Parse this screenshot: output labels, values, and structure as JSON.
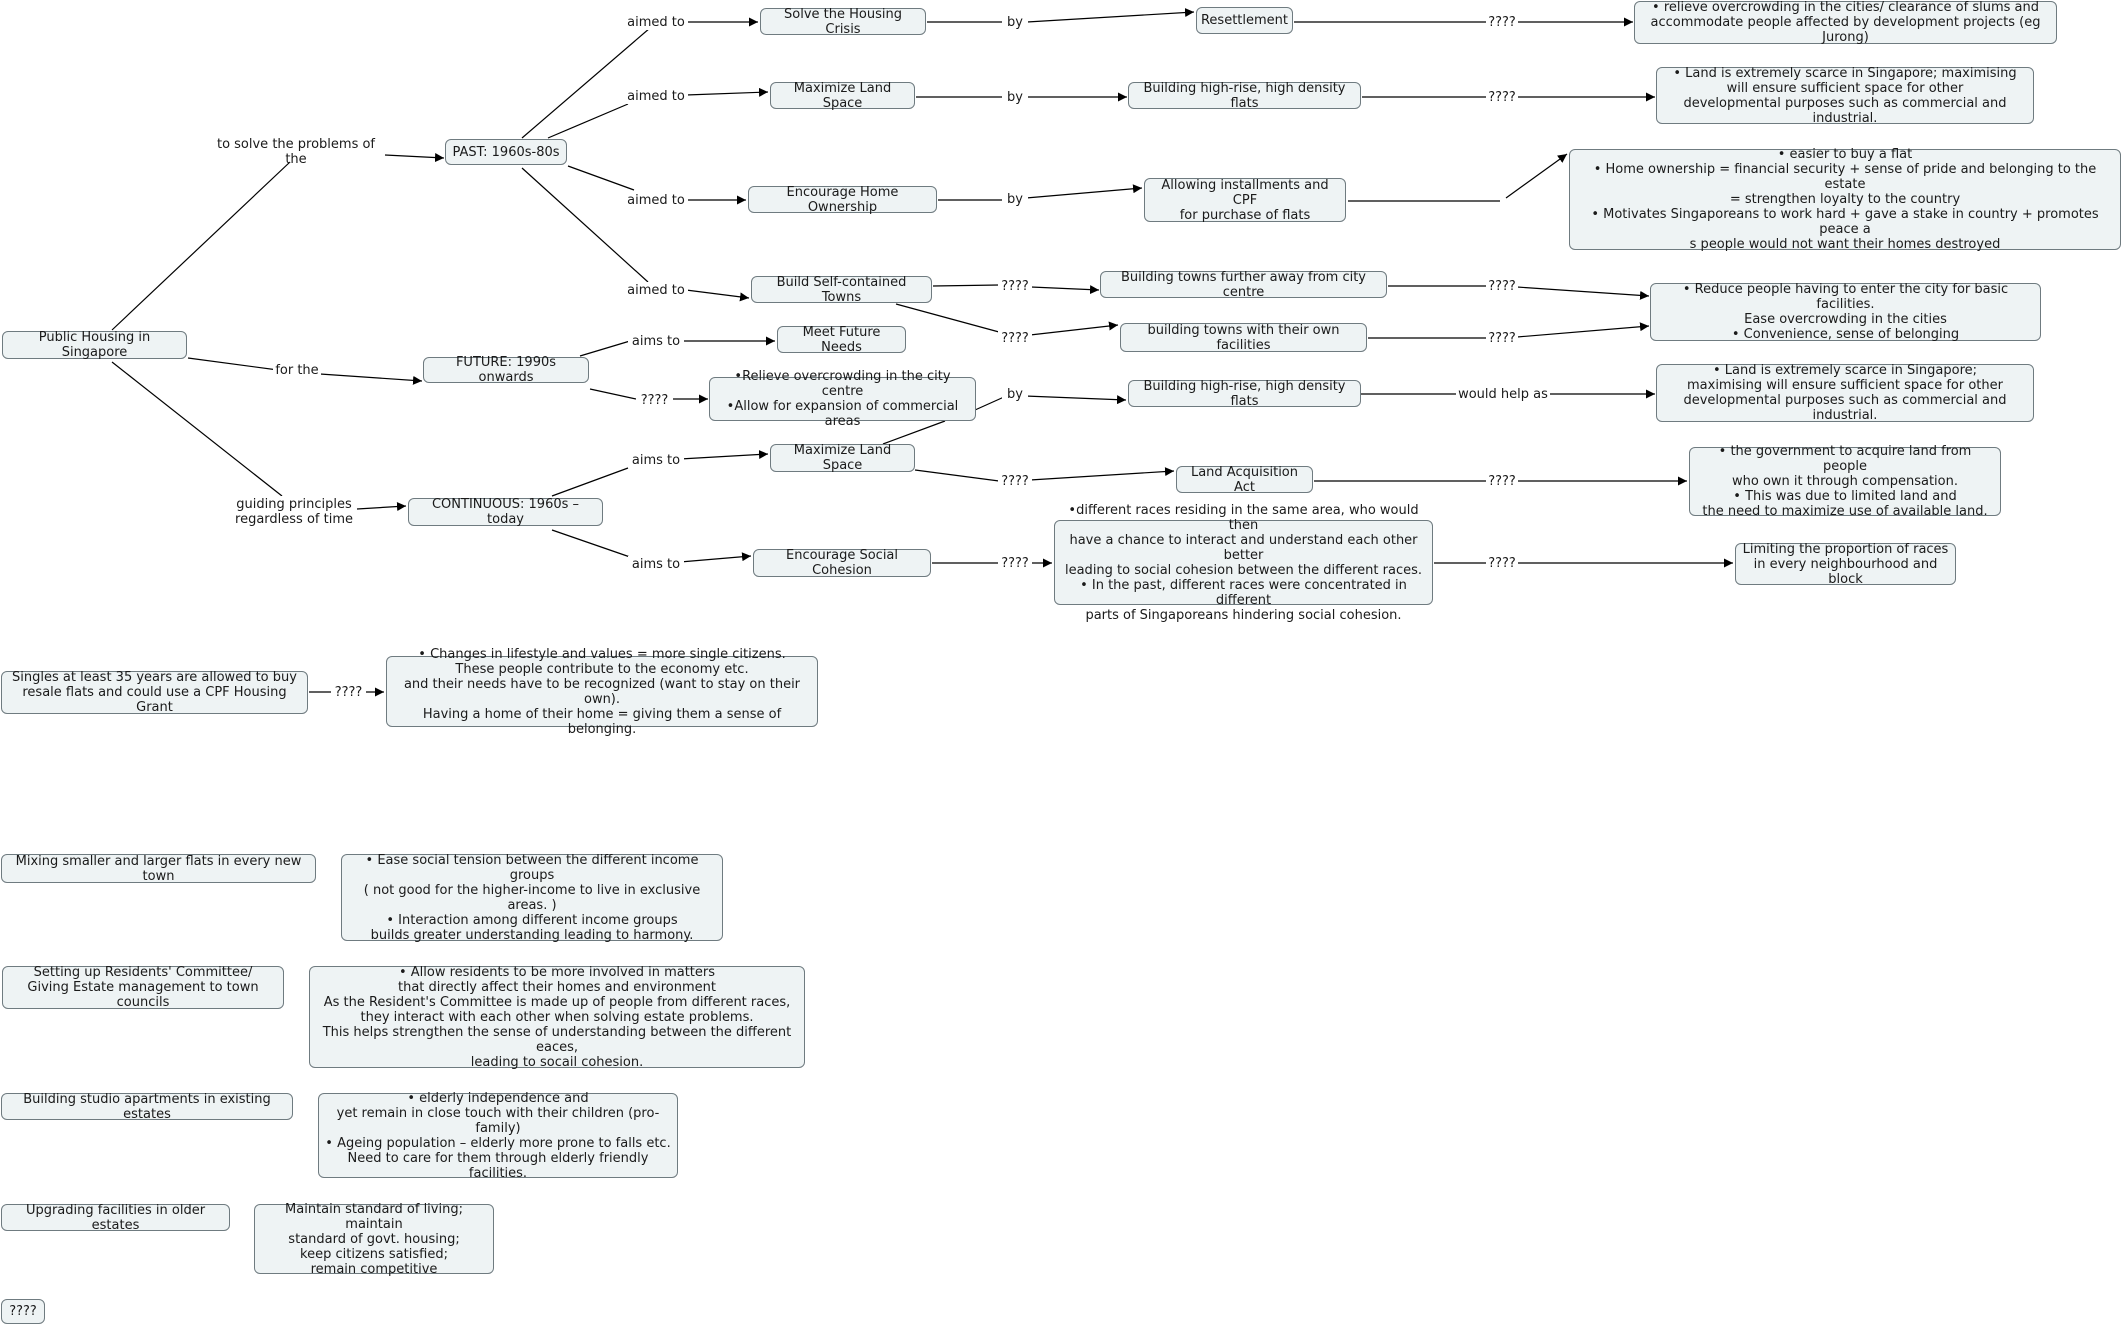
{
  "nodes": {
    "root": "Public Housing in Singapore",
    "past": "PAST: 1960s-80s",
    "future": "FUTURE: 1990s onwards",
    "continuous": "CONTINUOUS: 1960s – today",
    "solve_housing": "Solve the Housing Crisis",
    "resettlement": "Resettlement",
    "resettlement_reason": "• relieve overcrowding in the cities/ clearance of slums and\naccommodate people affected by development projects (eg Jurong)",
    "max_land_past": "Maximize Land Space",
    "highrise_past": "Building high-rise, high density flats",
    "highrise_past_reason": "•     Land is extremely scarce in Singapore; maximising\nwill ensure sufficient space  for other\ndevelopmental purposes such as commercial and industrial.",
    "home_ownership": "Encourage Home Ownership",
    "installments": "Allowing installments and CPF\nfor purchase of flats",
    "ownership_reason": "•     easier to buy a flat\n•     Home ownership = financial security + sense of pride and belonging to the estate\n= strengthen loyalty to the country\n•     Motivates Singaporeans to work hard + gave a stake in country + promotes peace a\ns people would not want their homes destroyed",
    "self_towns": "Build Self-contained Towns",
    "towns_far": "Building towns further away from city centre",
    "towns_facilities": "building towns with their own facilities",
    "towns_reason": "•     Reduce people having to enter the city for basic facilities.\nEase overcrowding in the cities\n•     Convenience, sense of belonging",
    "future_needs": "Meet Future Needs",
    "relieve": "•Relieve overcrowding in the city centre\n•Allow for expansion of commercial areas",
    "highrise_future": "Building high-rise, high density flats",
    "highrise_future_reason": "•     Land is extremely scarce in Singapore;\nmaximising will ensure sufficient space  for other\ndevelopmental purposes such as commercial and industrial.",
    "max_land_cont": "Maximize Land Space",
    "land_act": "Land Acquisition Act",
    "land_act_reason": "•     the government to acquire land from people\nwho own it through compensation.\n•     This was due to limited land and\nthe need to maximize use of available land.",
    "social": "Encourage Social Cohesion",
    "races": "•different races residing in the same area, who would then\nhave a chance to interact and understand each other better\nleading to social cohesion between the different races.\n• In the past, different races were concentrated in different\nparts of Singaporeans hindering social cohesion.",
    "limit_races": "Limiting the proportion of races\nin every neighbourhood and block",
    "singles": "Singles at least 35 years are allowed to buy\nresale flats and could use a CPF Housing Grant",
    "singles_reason": "•     Changes in lifestyle and values = more single citizens.\nThese people contribute to the economy etc.\nand their needs have to be recognized (want to stay on their own).\nHaving a home of their home = giving them a sense of belonging.",
    "mixing": "Mixing smaller and larger flats in every new town",
    "mixing_reason": "•     Ease social tension between the different income groups\n( not good for the higher-income to live in exclusive areas. )\n•     Interaction among different income groups\nbuilds greater understanding leading to harmony.",
    "rc": "Setting up Residents' Committee/\nGiving Estate management to town councils",
    "rc_reason": "•     Allow residents to be more involved in matters\nthat directly affect their homes and environment\nAs the Resident's Committee is made up of people from different races,\nthey interact with each other when solving estate problems.\nThis helps strengthen the sense of understanding between the different eaces,\nleading to socail cohesion.",
    "studio": "Building studio apartments in existing estates",
    "studio_reason": "•     elderly independence and\nyet remain in close touch with their children (pro-family)\n•     Ageing population – elderly more prone to falls etc.\nNeed to care for them through elderly friendly facilities.",
    "upgrading": "Upgrading facilities in older estates",
    "upgrading_reason": "Maintain standard of living; maintain\nstandard of govt. housing;\nkeep citizens satisfied;\nremain competitive",
    "unknown": "????"
  },
  "labels": {
    "solve_problems": "to solve the problems of the",
    "for_the": "for the",
    "guiding": "guiding principles\nregardless of time",
    "aimed1": "aimed to",
    "aimed2": "aimed to",
    "aimed3": "aimed to",
    "aimed4": "aimed to",
    "by1": "by",
    "by2": "by",
    "by3": "by",
    "by4": "by",
    "q_resettle": "????",
    "q_highrise_past": "????",
    "q_towns_far": "????",
    "q_towns_fac": "????",
    "q_far_reason": "????",
    "q_fac_reason": "????",
    "aims_future": "aims to",
    "q_relieve": "????",
    "would_help": "would help as",
    "aims_cont1": "aims to",
    "aims_cont2": "aims to",
    "q_land_act": "????",
    "q_land_reason": "????",
    "q_social": "????",
    "q_races": "????",
    "q_singles": "????"
  }
}
